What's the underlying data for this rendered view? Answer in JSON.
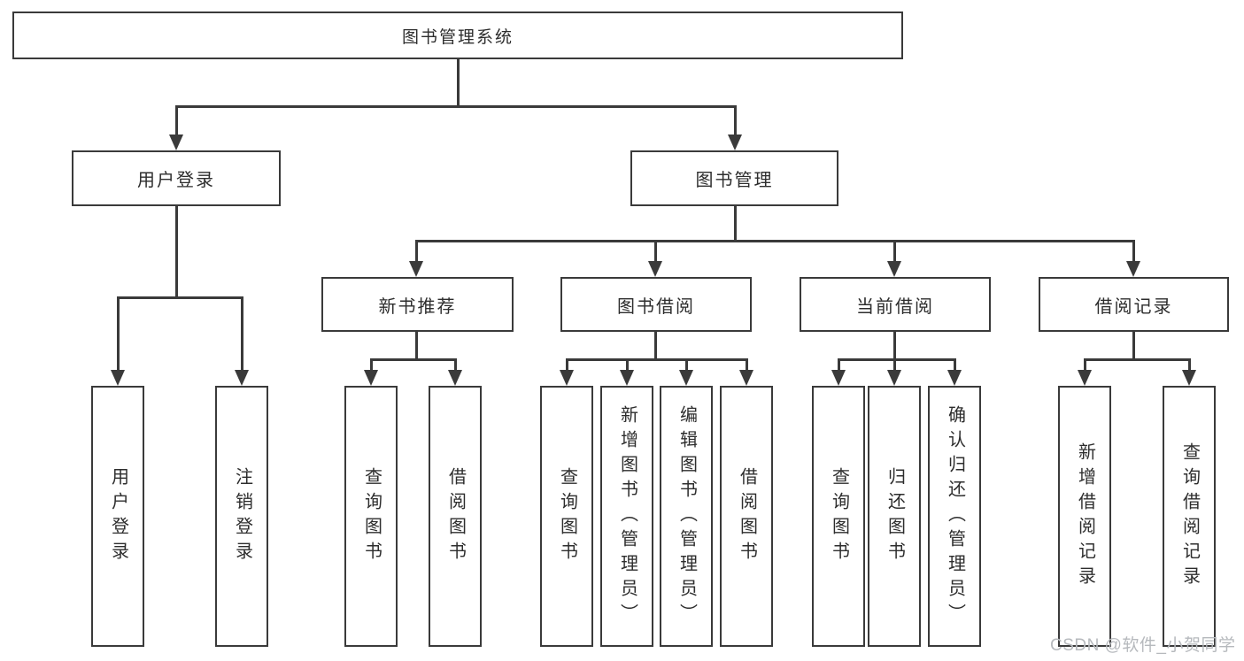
{
  "colors": {
    "line": "#3a3a3a",
    "box_border": "#3a3a3a",
    "text": "#2d2d2d",
    "watermark_text": "#b6b9bd",
    "background": "#ffffff"
  },
  "watermark": "CSDN @软件_小贺同学",
  "tree": {
    "root": {
      "label": "图书管理系统"
    },
    "branches": [
      {
        "label": "用户登录",
        "children": [
          {
            "label": "用户登录"
          },
          {
            "label": "注销登录"
          }
        ]
      },
      {
        "label": "图书管理",
        "sections": [
          {
            "label": "新书推荐",
            "children": [
              {
                "label": "查询图书"
              },
              {
                "label": "借阅图书"
              }
            ]
          },
          {
            "label": "图书借阅",
            "children": [
              {
                "label": "查询图书"
              },
              {
                "label": "新增图书（管理员）"
              },
              {
                "label": "编辑图书（管理员）"
              },
              {
                "label": "借阅图书"
              }
            ]
          },
          {
            "label": "当前借阅",
            "children": [
              {
                "label": "查询图书"
              },
              {
                "label": "归还图书"
              },
              {
                "label": "确认归还（管理员）"
              }
            ]
          },
          {
            "label": "借阅记录",
            "children": [
              {
                "label": "新增借阅记录"
              },
              {
                "label": "查询借阅记录"
              }
            ]
          }
        ]
      }
    ]
  }
}
